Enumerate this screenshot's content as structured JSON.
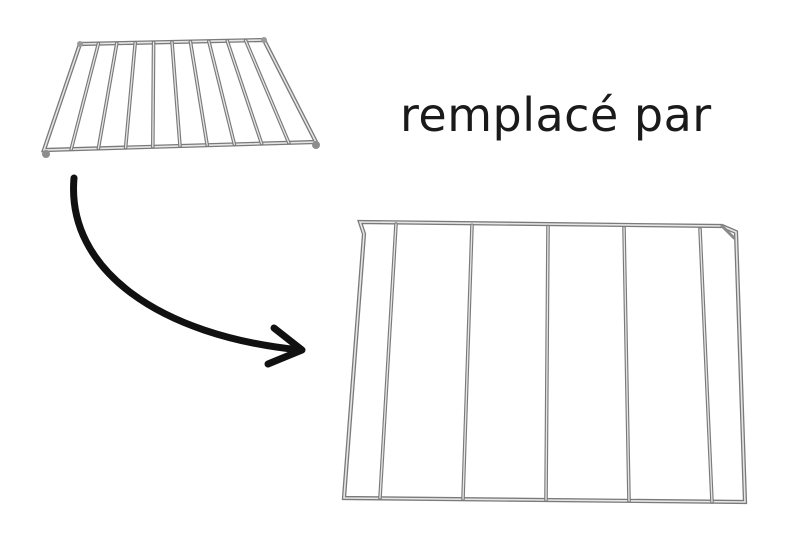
{
  "caption": "remplacé par",
  "old_rack": {
    "crossbars": 9
  },
  "new_rack": {
    "crossbars": 5
  },
  "colors": {
    "wire_light": "#e6e6e6",
    "wire_mid": "#b8b8b8",
    "wire_dark": "#7a7a7a",
    "arrow": "#111111",
    "text": "#1a1a1a"
  },
  "icons": {
    "arrow": "curved-arrow-icon",
    "old_rack": "oven-rack-icon",
    "new_rack": "oven-rack-icon"
  }
}
